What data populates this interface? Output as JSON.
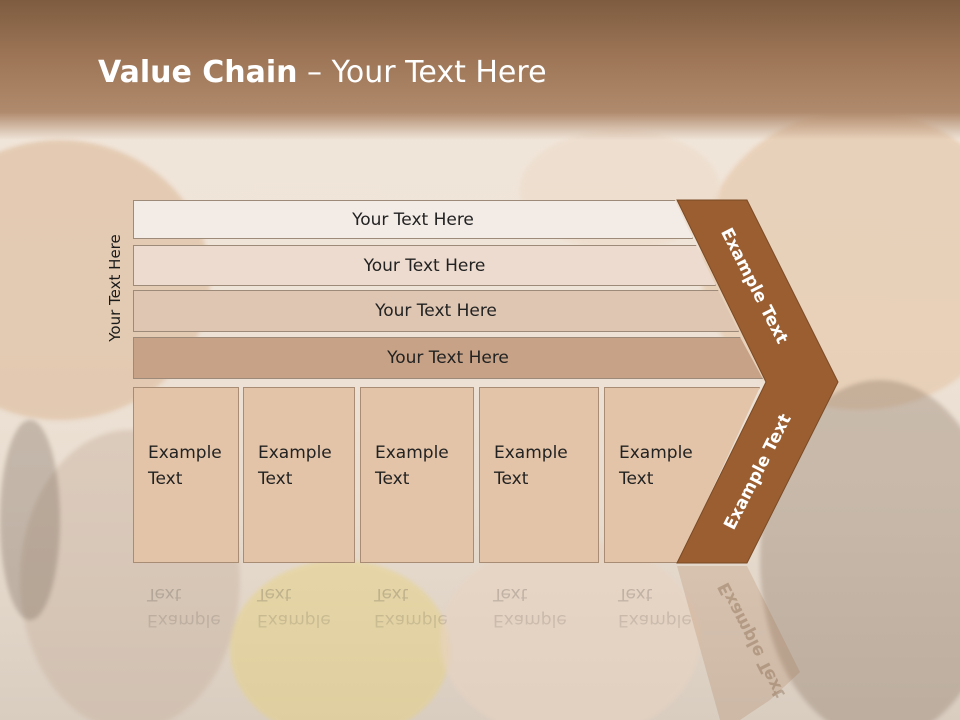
{
  "slide": {
    "title_bold": "Value Chain",
    "title_rest": " – Your Text Here",
    "side_label": "Your Text Here",
    "bars": [
      "Your Text Here",
      "Your Text Here",
      "Your Text Here",
      "Your Text Here"
    ],
    "boxes": [
      {
        "line1": "Example",
        "line2": "Text"
      },
      {
        "line1": "Example",
        "line2": "Text"
      },
      {
        "line1": "Example",
        "line2": "Text"
      },
      {
        "line1": "Example",
        "line2": "Text"
      },
      {
        "line1": "Example",
        "line2": "Text"
      }
    ],
    "chevron_top": "Example Text",
    "chevron_bottom": "Example Text"
  },
  "colors": {
    "header": "#9d7556",
    "chevron": "#9a5e30",
    "box": "#e3c4a8"
  }
}
